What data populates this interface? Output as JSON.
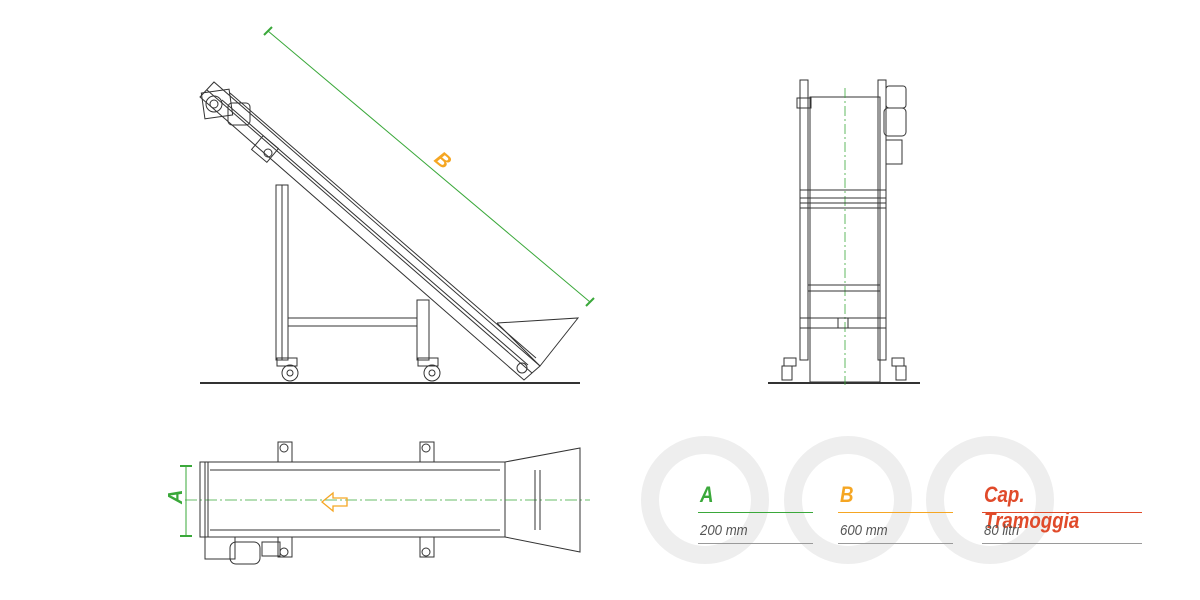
{
  "colors": {
    "dimension_green": "#3aa83a",
    "dimension_orange": "#f5a623",
    "hopper_red": "#e04a2a",
    "line_dark": "#333333",
    "ring_gray": "#eeeeee"
  },
  "drawing": {
    "side_view_dimension_label": "B",
    "top_view_dimension_label": "A"
  },
  "specs": [
    {
      "label": "A",
      "value": "200 mm"
    },
    {
      "label": "B",
      "value": "600 mm"
    },
    {
      "label": "Cap. Tramoggia",
      "value": "80 litri"
    }
  ]
}
